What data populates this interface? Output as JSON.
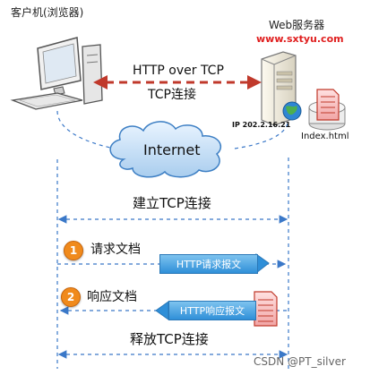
{
  "client": {
    "label": "客户机(浏览器)"
  },
  "server": {
    "label": "Web服务器",
    "url": "www.sxtyu.com",
    "ip": "IP 202.2.16.21",
    "file": "Index.html"
  },
  "connection": {
    "protocol_label": "HTTP over TCP",
    "tcp_label": "TCP连接"
  },
  "network": {
    "label": "Internet"
  },
  "sequence": {
    "establish": "建立TCP连接",
    "steps": [
      {
        "number": "1",
        "label": "请求文档",
        "message": "HTTP请求报文"
      },
      {
        "number": "2",
        "label": "响应文档",
        "message": "HTTP响应报文"
      }
    ],
    "release": "释放TCP连接"
  },
  "watermark": "CSDN @PT_silver",
  "colors": {
    "accent_red": "#e02020",
    "badge_orange": "#f08a1c",
    "message_blue": "#2f8fd8",
    "line_blue": "#3a78c8",
    "arrow_red": "#c0392b"
  }
}
